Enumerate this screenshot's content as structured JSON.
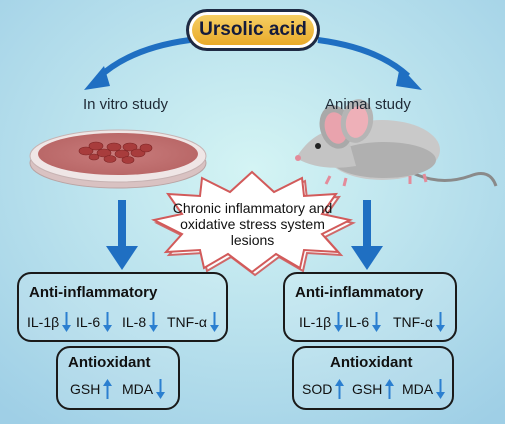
{
  "title": "Ursolic acid",
  "branches": {
    "left": "In vitro study",
    "right": "Animal study"
  },
  "center_label": "Chronic inflammatory and oxidative stress system lesions",
  "in_vitro": {
    "anti_inflammatory": {
      "title": "Anti-inflammatory",
      "markers": [
        {
          "name": "IL-1β",
          "direction": "down"
        },
        {
          "name": "IL-6",
          "direction": "down"
        },
        {
          "name": "IL-8",
          "direction": "down"
        },
        {
          "name": "TNF-α",
          "direction": "down"
        }
      ]
    },
    "antioxidant": {
      "title": "Antioxidant",
      "markers": [
        {
          "name": "GSH",
          "direction": "up"
        },
        {
          "name": "MDA",
          "direction": "down"
        }
      ]
    }
  },
  "animal": {
    "anti_inflammatory": {
      "title": "Anti-inflammatory",
      "markers": [
        {
          "name": "IL-1β",
          "direction": "down"
        },
        {
          "name": "IL-6",
          "direction": "down"
        },
        {
          "name": "TNF-α",
          "direction": "down"
        }
      ]
    },
    "antioxidant": {
      "title": "Antioxidant",
      "markers": [
        {
          "name": "SOD",
          "direction": "up"
        },
        {
          "name": "GSH",
          "direction": "up"
        },
        {
          "name": "MDA",
          "direction": "down"
        }
      ]
    }
  },
  "colors": {
    "background_center": "#c8eef2",
    "background_edge": "#9fd0e6",
    "arrow_blue": "#1f6fc2",
    "marker_arrow": "#2b7fd0",
    "title_gold": "#eab33a"
  },
  "icons": {
    "dish": "petri-dish-icon",
    "mouse": "mouse-icon",
    "up": "arrow-up-icon",
    "down": "arrow-down-icon"
  }
}
